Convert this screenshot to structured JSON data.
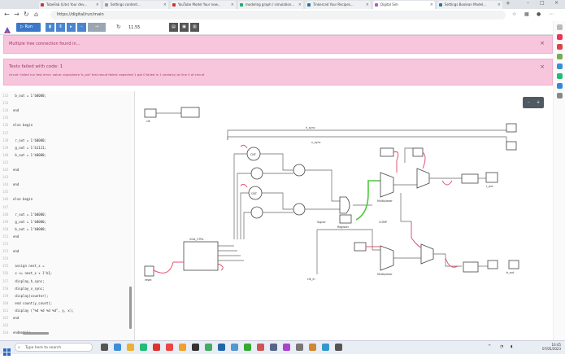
{
  "browser": {
    "tabs": [
      {
        "label": "TubeFab (Lite) Your dev..."
      },
      {
        "label": "Settings content..."
      },
      {
        "label": "YouTube Model Your new..."
      },
      {
        "label": "modeling graph / simulation..."
      },
      {
        "label": "Tinkercad Your Recipes..."
      },
      {
        "label": "Digital Sim"
      },
      {
        "label": "Settings Boolean Model..."
      }
    ],
    "url": "https://digital/run/main"
  },
  "toolbar": {
    "run_label": "Run",
    "counter": "11.55"
  },
  "alerts": [
    {
      "text": "Multiple tree connection found in..."
    },
    {
      "title": "Tests failed with code: 1",
      "text": "circuit: failed run test error: value: signal/wire 'b_out' test result failed: expected 1 got 0 failed in 1 vector(s) at line 4 of circuit"
    }
  ],
  "code": [
    {
      "n": "132",
      "t": "  b_out = 1'b0000;"
    },
    {
      "n": "133",
      "t": ""
    },
    {
      "n": "134",
      "t": "end"
    },
    {
      "n": "135",
      "t": ""
    },
    {
      "n": "136",
      "t": "else begin"
    },
    {
      "n": "137",
      "t": ""
    },
    {
      "n": "138",
      "t": "  r_out = 1'b0000;"
    },
    {
      "n": "139",
      "t": "  g_out = 1'b1111;"
    },
    {
      "n": "140",
      "t": "  b_out = 1'b0000;"
    },
    {
      "n": "141",
      "t": ""
    },
    {
      "n": "142",
      "t": "end"
    },
    {
      "n": "143",
      "t": ""
    },
    {
      "n": "144",
      "t": "end"
    },
    {
      "n": "145",
      "t": ""
    },
    {
      "n": "146",
      "t": "else begin"
    },
    {
      "n": "147",
      "t": ""
    },
    {
      "n": "148",
      "t": "  r_out = 1'b0000;"
    },
    {
      "n": "149",
      "t": "  g_out = 1'b0000;"
    },
    {
      "n": "150",
      "t": "  b_out = 1'b0000;"
    },
    {
      "n": "151",
      "t": "end"
    },
    {
      "n": "152",
      "t": ""
    },
    {
      "n": "153",
      "t": "end"
    },
    {
      "n": "154",
      "t": ""
    },
    {
      "n": "155",
      "t": "  assign next_x ="
    },
    {
      "n": "156",
      "t": "  x <= next_x + 1'b1;"
    },
    {
      "n": "157",
      "t": "  display_h_sync;"
    },
    {
      "n": "158",
      "t": "  display_v_sync;"
    },
    {
      "n": "159",
      "t": "  display(counter);"
    },
    {
      "n": "160",
      "t": "  end count(y_count);"
    },
    {
      "n": "161",
      "t": "  display (\"%d %d %d %d\", y,  x);"
    },
    {
      "n": "162",
      "t": "end"
    },
    {
      "n": "163",
      "t": ""
    },
    {
      "n": "164",
      "t": "endmodule"
    }
  ],
  "diagram": {
    "labels": {
      "in_top": "clk",
      "top_bus": "h_sync",
      "v_bus": "v_sync",
      "main_block": "VGA_CTRL",
      "mux1": "Multiplexer",
      "mux2": "Multiplexer",
      "out_r": "r_out",
      "out_b": "b_out",
      "bot_in": "reset",
      "bot_label": "clk_in",
      "cnt1": "CNT",
      "cnt2": "CNT",
      "cmp": "COMP",
      "reg": "Register",
      "sig": "Signal"
    }
  },
  "taskbar": {
    "search_placeholder": "Type here to search",
    "time": "10:45",
    "date": "07/05/2023"
  },
  "colors": {
    "accent": "#3b78c9",
    "alert_bg": "#f7c6dd",
    "wire_pink": "#e05570",
    "wire_green": "#4ec73e"
  }
}
